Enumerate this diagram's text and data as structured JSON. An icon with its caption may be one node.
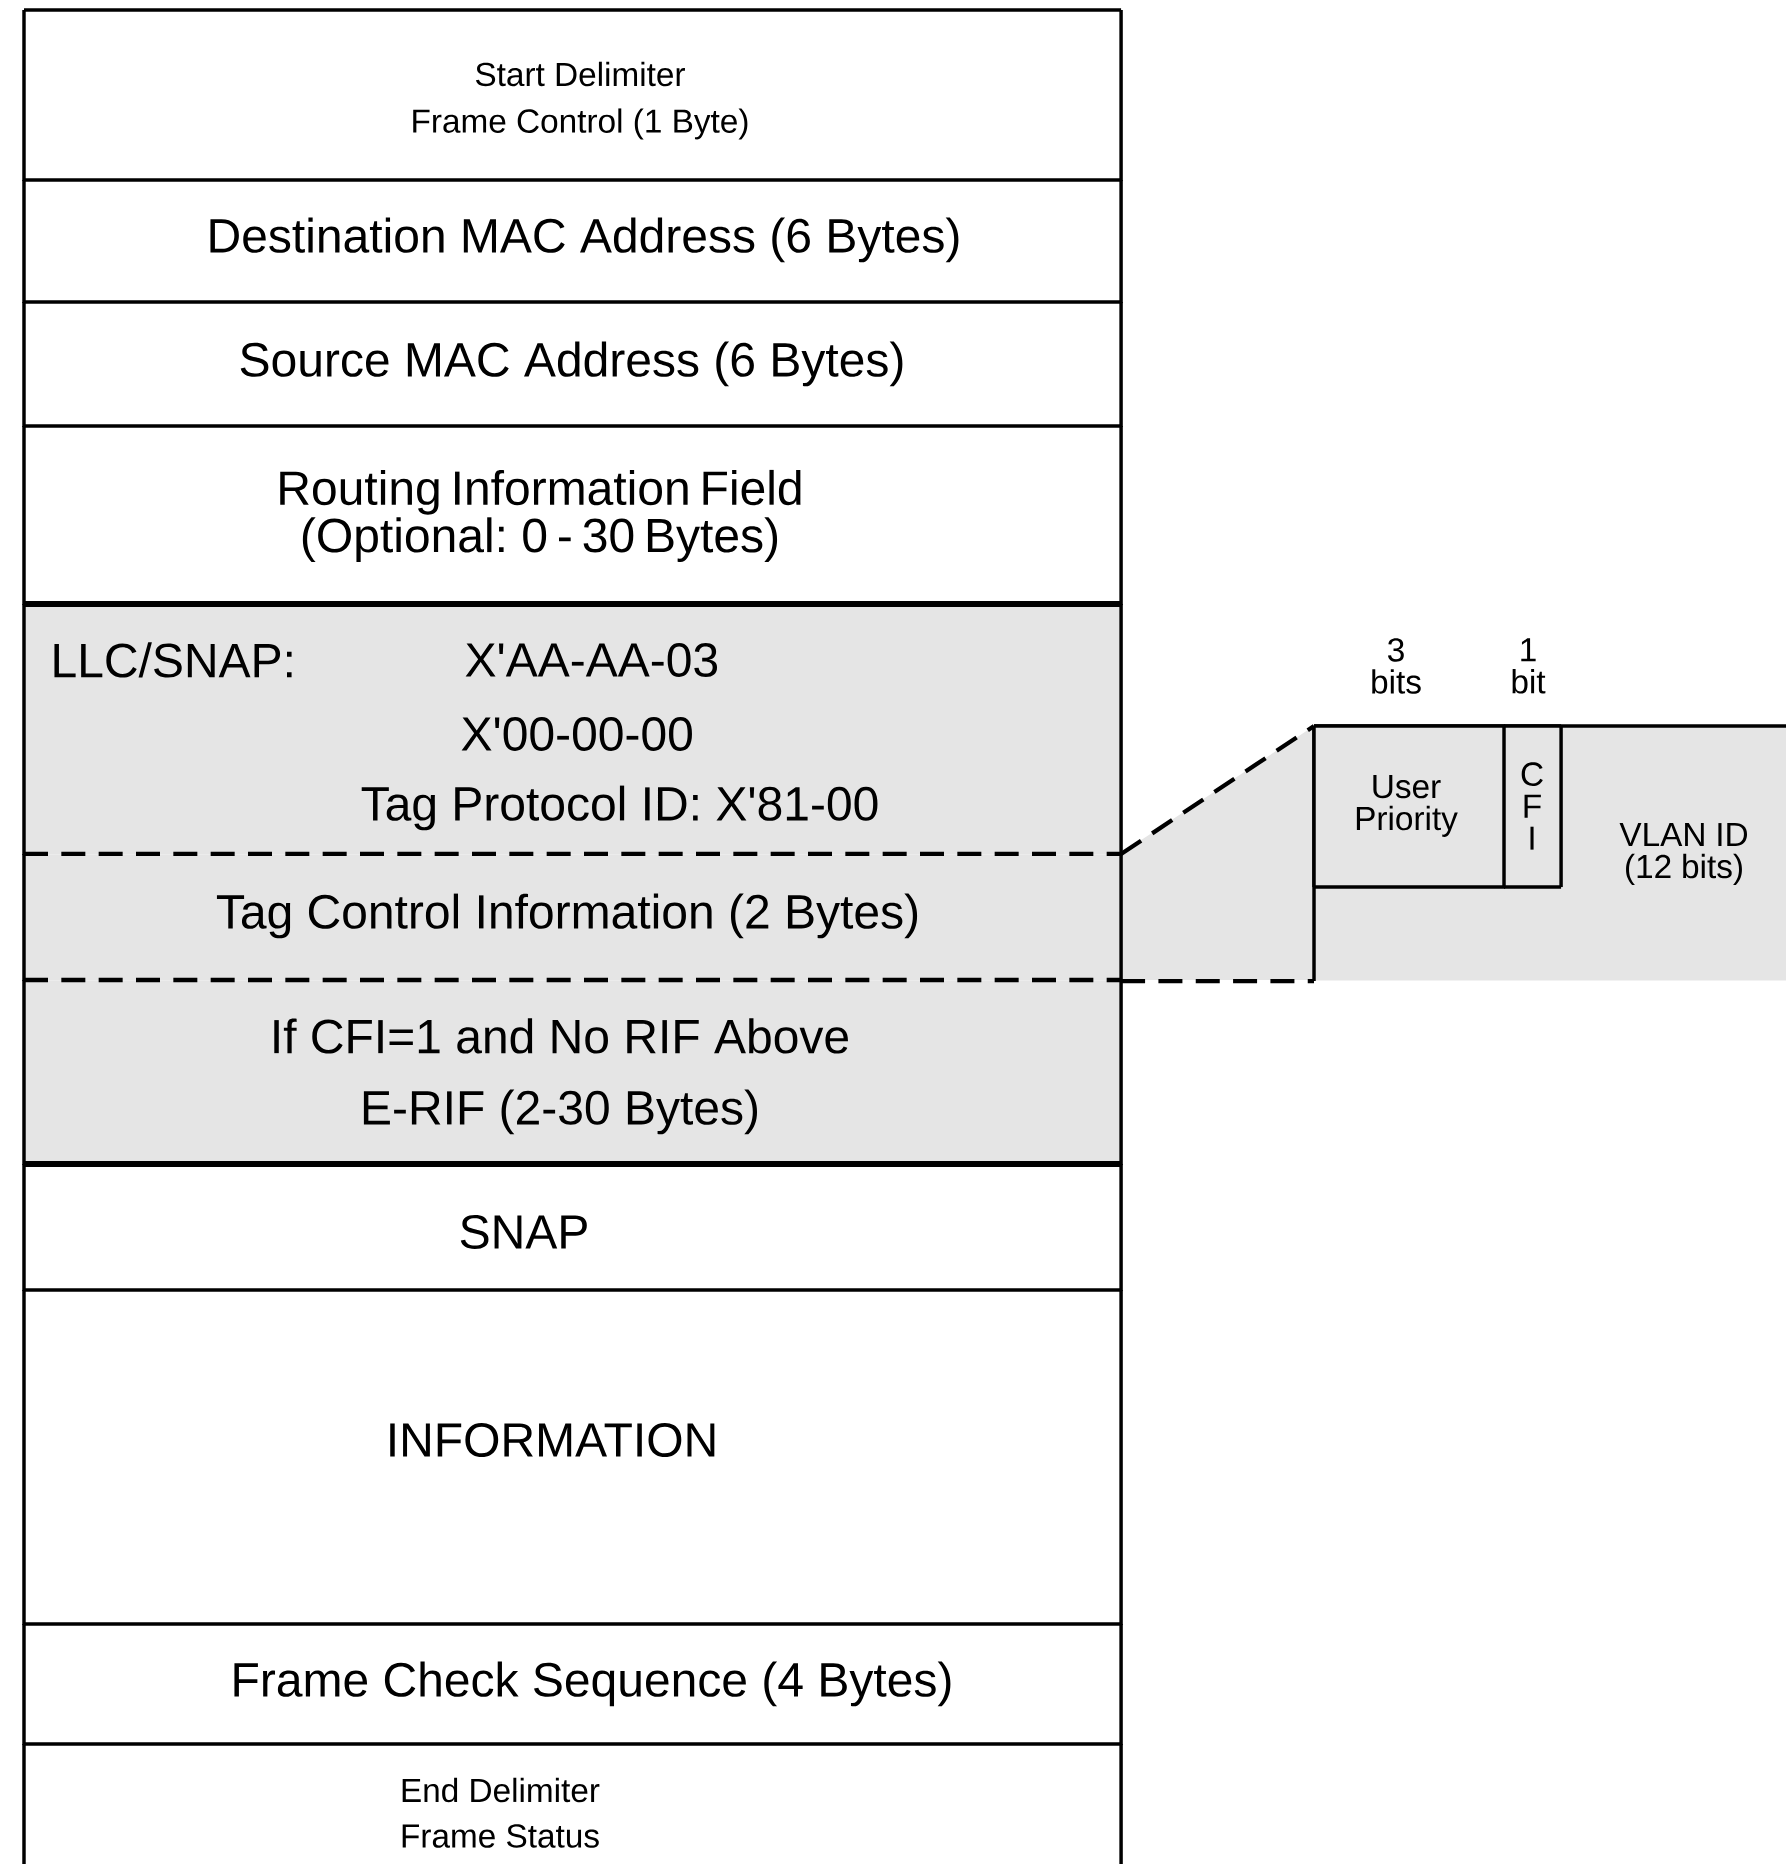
{
  "diagram": {
    "nodes": [
      {
        "text": [
          "Start Delimiter",
          "Frame Control  (1 Byte)"
        ]
      },
      {
        "text": [
          "Destination MAC Address (6 Bytes)"
        ]
      },
      {
        "text": [
          "Source MAC Address (6 Bytes)"
        ]
      },
      {
        "text": [
          "Routing Information Field (Optional:  0 - 30 Bytes)"
        ]
      },
      {
        "text": [
          "LLC/SNAP:",
          "X'AA-AA-03",
          "X'00-00-00",
          "Tag Protocol ID:  X'81-00"
        ]
      },
      {
        "text": [
          "Tag Control Information (2 Bytes)"
        ]
      },
      {
        "text": [
          "If CFI=1 and No RIF Above",
          "E-RIF (2-30 Bytes)"
        ]
      },
      {
        "text": [
          "SNAP"
        ]
      },
      {
        "text": [
          "INFORMATION"
        ]
      },
      {
        "text": [
          "Frame Check Sequence (4 Bytes)"
        ]
      },
      {
        "text": [
          "End Delimiter",
          "Frame Status"
        ]
      },
      {
        "text": [
          "VLAN ID (12 bits)"
        ]
      },
      {
        "text": [
          "User Priority"
        ],
        "in": 11,
        "beside": [
          "3 bits"
        ]
      },
      {
        "text": [
          "C F I"
        ],
        "in": 11,
        "beside": [
          "1 bit"
        ]
      }
    ],
    "edges": [
      {
        "from": 5,
        "to": 11,
        "arrow": "none",
        "style": "dashed"
      },
      {
        "from": 5,
        "to": 11,
        "arrow": "none",
        "style": "dashed"
      }
    ]
  }
}
